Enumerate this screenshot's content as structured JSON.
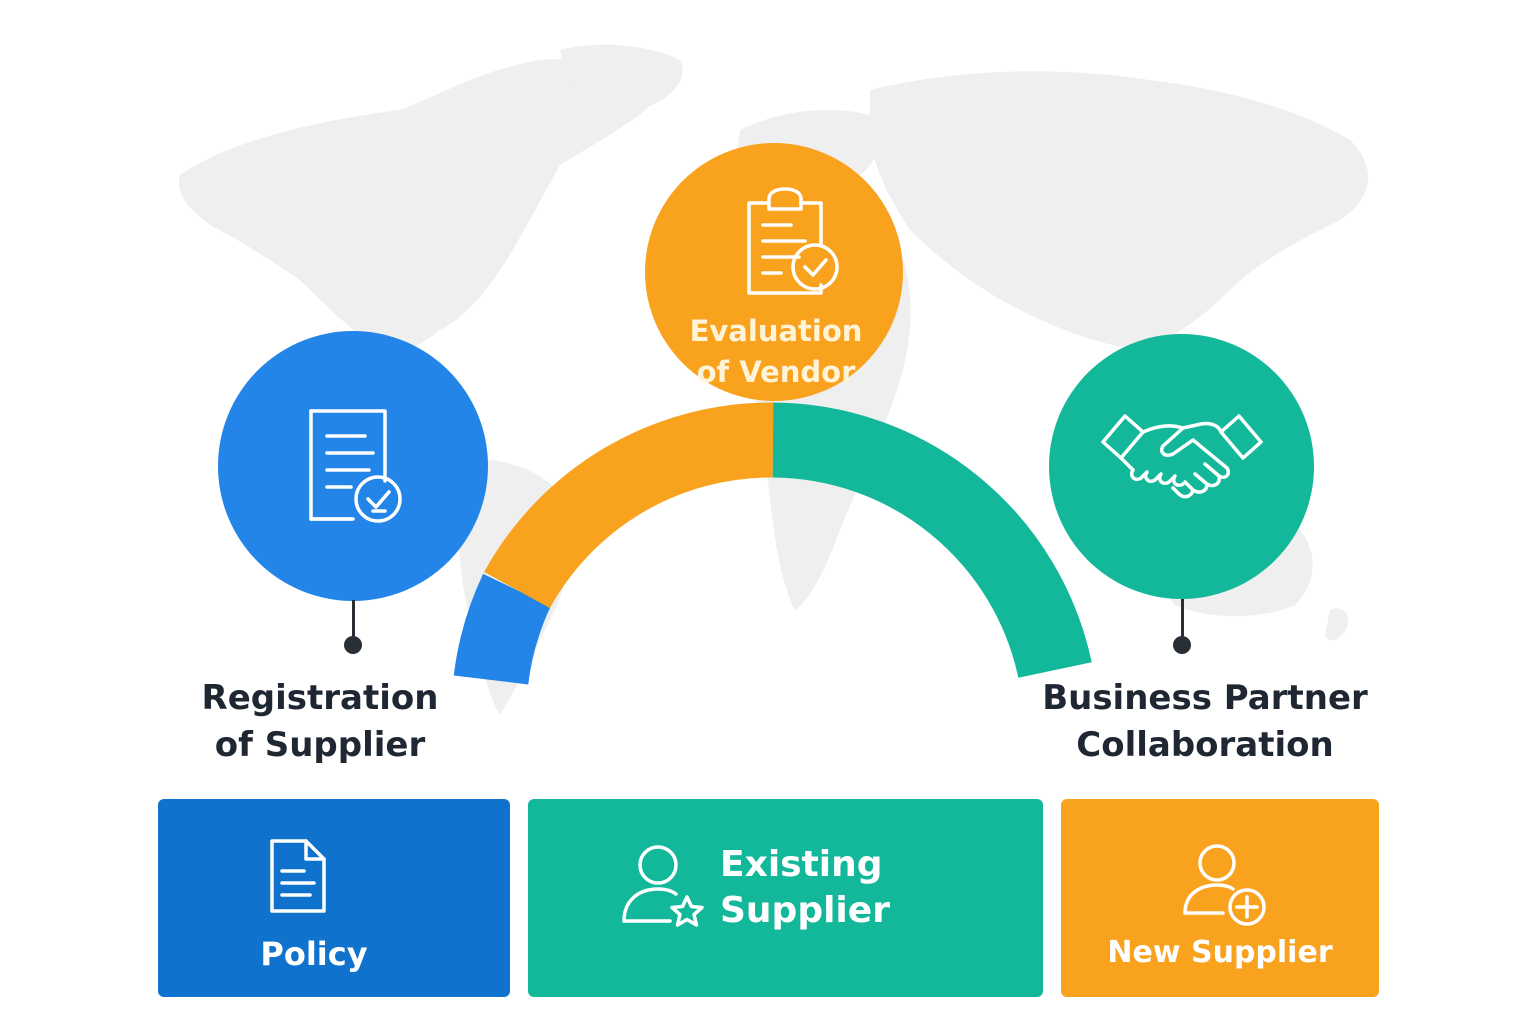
{
  "colors": {
    "blue": "#2385e8",
    "blue_dark": "#0f72cc",
    "orange": "#f8a21e",
    "teal": "#13b89a",
    "text_dark": "#1f2733",
    "map_gray": "#efefef"
  },
  "steps": [
    {
      "id": "registration",
      "icon": "document-check-icon",
      "label_line1": "Registration",
      "label_line2": "of Supplier"
    },
    {
      "id": "evaluation",
      "icon": "clipboard-check-icon",
      "label_line1": "Evaluation",
      "label_line2": "of Vendor"
    },
    {
      "id": "collaboration",
      "icon": "handshake-icon",
      "label_line1": "Business Partner",
      "label_line2": "Collaboration"
    }
  ],
  "cards": [
    {
      "id": "policy",
      "icon": "document-icon",
      "label": "Policy"
    },
    {
      "id": "existing-supplier",
      "icon": "user-star-icon",
      "label_line1": "Existing",
      "label_line2": "Supplier"
    },
    {
      "id": "new-supplier",
      "icon": "user-plus-icon",
      "label": "New Supplier"
    }
  ]
}
